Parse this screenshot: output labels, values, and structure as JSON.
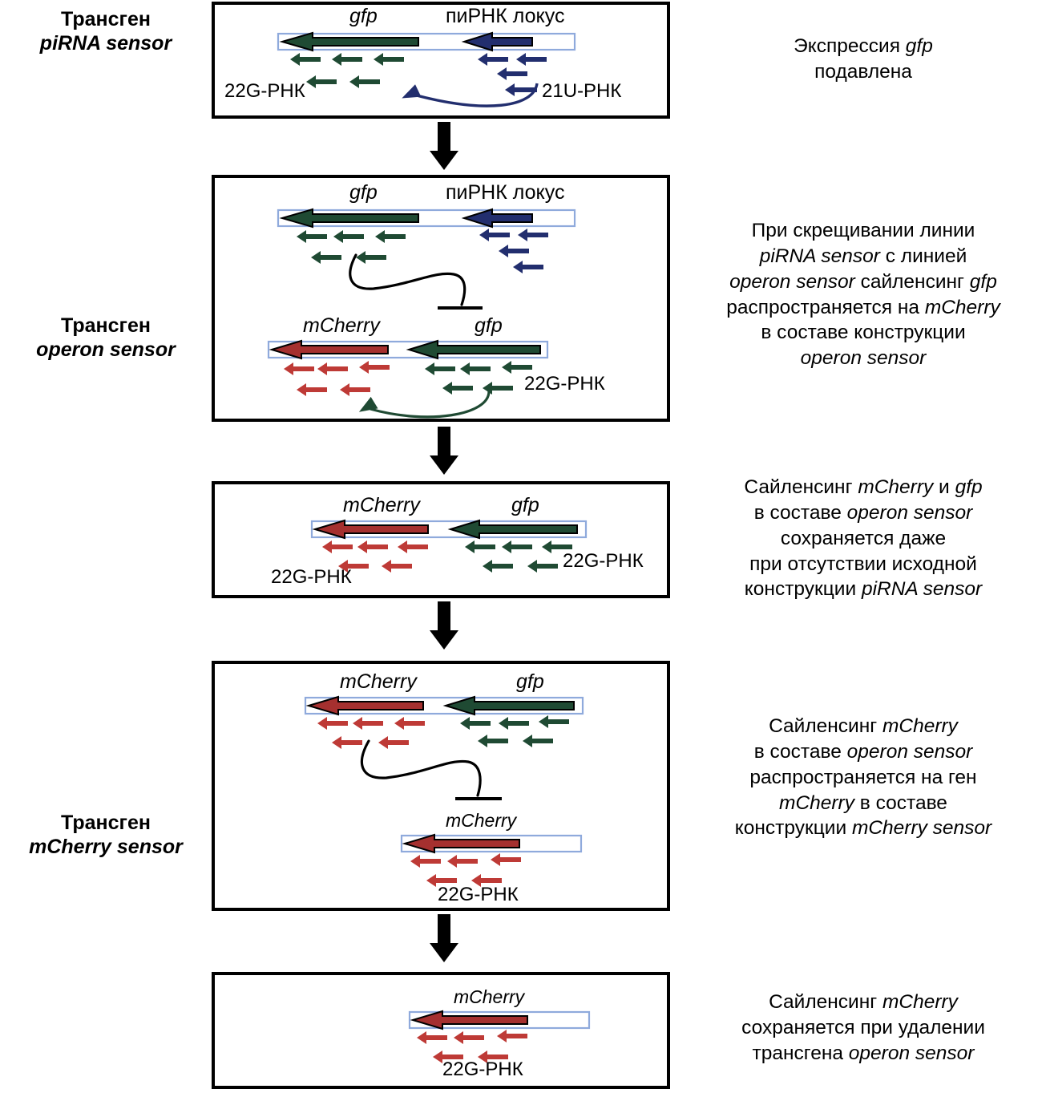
{
  "figure": {
    "title": "piRNA sensor / operon sensor / mCherry sensor silencing cascade",
    "colors": {
      "gene_green": "#1F4A33",
      "gene_red": "#A5302F",
      "gene_blue": "#222E6E",
      "bar_outline": "#8FAADC",
      "bar_fill": "#FFFFFF",
      "panel_border": "#000000",
      "arrow_outline": "#000000",
      "background": "#FFFFFF"
    }
  },
  "stage_labels": [
    {
      "id": "piRNA-sensor",
      "line1": "Трансген",
      "line2": "piRNA sensor"
    },
    {
      "id": "operon-sensor",
      "line1": "Трансген",
      "line2": "operon sensor"
    },
    {
      "id": "mCherry-sensor",
      "line1": "Трансген",
      "line2": "mCherry sensor"
    }
  ],
  "panels": [
    {
      "id": "panel-1",
      "gene_labels": [
        "gfp"
      ],
      "locus_labels": [
        "пиРНК локус"
      ],
      "rna_tags": [
        "22G-РНК",
        "21U-РНК"
      ],
      "genes": [
        "gfp",
        "piRNA locus"
      ]
    },
    {
      "id": "panel-2",
      "gene_labels": [
        "gfp",
        "mCherry",
        "gfp"
      ],
      "locus_labels": [
        "пиРНК локус"
      ],
      "rna_tags": [
        "22G-РНК"
      ],
      "genes": [
        "gfp",
        "piRNA locus",
        "mCherry",
        "gfp"
      ]
    },
    {
      "id": "panel-3",
      "gene_labels": [
        "mCherry",
        "gfp"
      ],
      "locus_labels": [],
      "rna_tags": [
        "22G-РНК",
        "22G-РНК"
      ],
      "genes": [
        "mCherry",
        "gfp"
      ]
    },
    {
      "id": "panel-4",
      "gene_labels": [
        "mCherry",
        "gfp",
        "mCherry"
      ],
      "locus_labels": [],
      "rna_tags": [
        "22G-РНК"
      ],
      "genes": [
        "mCherry",
        "gfp",
        "mCherry"
      ]
    },
    {
      "id": "panel-5",
      "gene_labels": [
        "mCherry"
      ],
      "locus_labels": [],
      "rna_tags": [
        "22G-РНК"
      ],
      "genes": [
        "mCherry"
      ]
    }
  ],
  "labels": {
    "gfp": "gfp",
    "mcherry": "mCherry",
    "pirna_locus": "пиРНК локус",
    "rna_22g": "22G-РНК",
    "rna_21u": "21U-РНК"
  },
  "descriptions": [
    {
      "id": "desc-1",
      "lines": [
        [
          {
            "t": "Экспрессия ",
            "i": false
          },
          {
            "t": "gfp",
            "i": true
          }
        ],
        [
          {
            "t": "подавлена",
            "i": false
          }
        ]
      ]
    },
    {
      "id": "desc-2",
      "lines": [
        [
          {
            "t": "При скрещивании линии",
            "i": false
          }
        ],
        [
          {
            "t": "piRNA sensor",
            "i": true
          },
          {
            "t": " с линией",
            "i": false
          }
        ],
        [
          {
            "t": "operon sensor",
            "i": true
          },
          {
            "t": " сайленсинг ",
            "i": false
          },
          {
            "t": "gfp",
            "i": true
          }
        ],
        [
          {
            "t": "распространяется на ",
            "i": false
          },
          {
            "t": "mCherry",
            "i": true
          }
        ],
        [
          {
            "t": "в составе конструкции",
            "i": false
          }
        ],
        [
          {
            "t": "operon sensor",
            "i": true
          }
        ]
      ]
    },
    {
      "id": "desc-3",
      "lines": [
        [
          {
            "t": "Сайленсинг ",
            "i": false
          },
          {
            "t": "mCherry",
            "i": true
          },
          {
            "t": " и ",
            "i": false
          },
          {
            "t": "gfp",
            "i": true
          }
        ],
        [
          {
            "t": "в составе ",
            "i": false
          },
          {
            "t": "operon sensor",
            "i": true
          }
        ],
        [
          {
            "t": "сохраняется даже",
            "i": false
          }
        ],
        [
          {
            "t": "при отсутствии исходной",
            "i": false
          }
        ],
        [
          {
            "t": "конструкции ",
            "i": false
          },
          {
            "t": "piRNA sensor",
            "i": true
          }
        ]
      ]
    },
    {
      "id": "desc-4",
      "lines": [
        [
          {
            "t": "Сайленсинг ",
            "i": false
          },
          {
            "t": "mCherry",
            "i": true
          }
        ],
        [
          {
            "t": "в составе ",
            "i": false
          },
          {
            "t": "operon sensor",
            "i": true
          }
        ],
        [
          {
            "t": "распространяется на ген",
            "i": false
          }
        ],
        [
          {
            "t": "mCherry",
            "i": true
          },
          {
            "t": " в составе",
            "i": false
          }
        ],
        [
          {
            "t": "конструкции ",
            "i": false
          },
          {
            "t": "mCherry sensor",
            "i": true
          }
        ]
      ]
    },
    {
      "id": "desc-5",
      "lines": [
        [
          {
            "t": "Сайленсинг ",
            "i": false
          },
          {
            "t": "mCherry",
            "i": true
          }
        ],
        [
          {
            "t": "сохраняется при удалении",
            "i": false
          }
        ],
        [
          {
            "t": "трансгена ",
            "i": false
          },
          {
            "t": "operon sensor",
            "i": true
          }
        ]
      ]
    }
  ]
}
